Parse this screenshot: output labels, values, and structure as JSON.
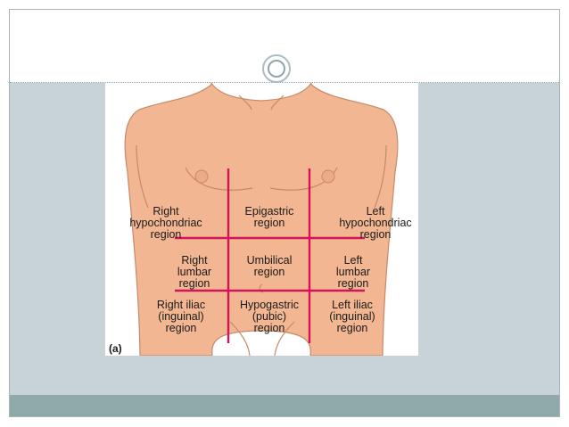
{
  "diagram": {
    "regions": [
      {
        "id": "right-hypochondriac",
        "lines": [
          "Right",
          "hypochondriac",
          "region"
        ]
      },
      {
        "id": "epigastric",
        "lines": [
          "Epigastric",
          "region"
        ]
      },
      {
        "id": "left-hypochondriac",
        "lines": [
          "Left",
          "hypochondriac",
          "region"
        ]
      },
      {
        "id": "right-lumbar",
        "lines": [
          "Right",
          "lumbar",
          "region"
        ]
      },
      {
        "id": "umbilical",
        "lines": [
          "Umbilical",
          "region"
        ]
      },
      {
        "id": "left-lumbar",
        "lines": [
          "Left",
          "lumbar",
          "region"
        ]
      },
      {
        "id": "right-iliac",
        "lines": [
          "Right iliac",
          "(inguinal)",
          "region"
        ]
      },
      {
        "id": "hypogastric",
        "lines": [
          "Hypogastric",
          "(pubic)",
          "region"
        ]
      },
      {
        "id": "left-iliac",
        "lines": [
          "Left iliac",
          "(inguinal)",
          "region"
        ]
      }
    ],
    "panel_label": "(a)",
    "colors": {
      "skin": "#f2b692",
      "skin_outline": "#c48a6a",
      "grid_lines": "#d4145a"
    }
  }
}
